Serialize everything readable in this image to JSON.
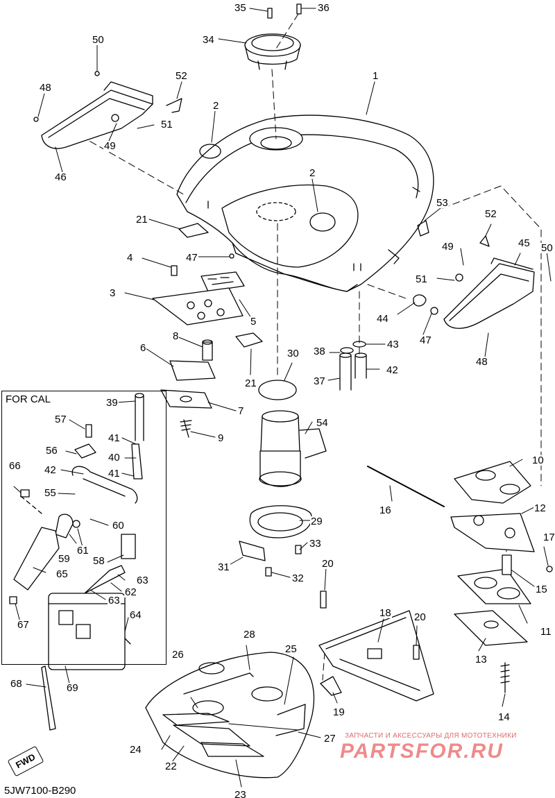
{
  "diagram_code": "5JW7100-B290",
  "for_cal_title": "FOR CAL",
  "fwd_label": "FWD",
  "watermark": {
    "tagline": "ЗАПЧАСТИ И АКСЕССУАРЫ ДЛЯ МОТОТЕХНИКИ",
    "logo": "PARTSFOR.RU"
  },
  "callouts": [
    "1",
    "2",
    "2",
    "3",
    "4",
    "5",
    "6",
    "7",
    "8",
    "9",
    "10",
    "11",
    "12",
    "13",
    "14",
    "15",
    "16",
    "17",
    "18",
    "19",
    "20",
    "20",
    "21",
    "21",
    "22",
    "23",
    "24",
    "25",
    "26",
    "27",
    "28",
    "29",
    "30",
    "31",
    "32",
    "33",
    "34",
    "35",
    "36",
    "37",
    "38",
    "39",
    "40",
    "41",
    "41",
    "42",
    "42",
    "43",
    "44",
    "45",
    "46",
    "47",
    "47",
    "48",
    "48",
    "49",
    "49",
    "50",
    "50",
    "51",
    "51",
    "52",
    "52",
    "53",
    "54",
    "55",
    "56",
    "57",
    "58",
    "59",
    "60",
    "61",
    "62",
    "63",
    "63",
    "64",
    "65",
    "66",
    "67",
    "68",
    "69"
  ]
}
